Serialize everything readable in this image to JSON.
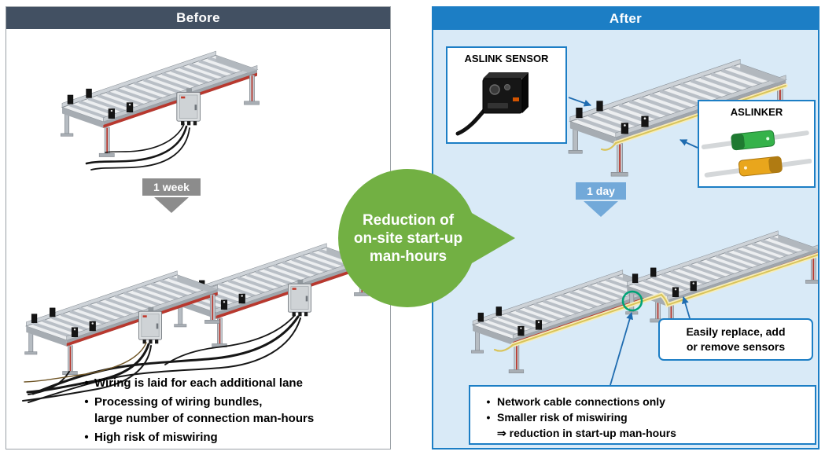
{
  "ui": {
    "bullet": "•"
  },
  "before": {
    "title": "Before",
    "duration": "1 week",
    "bullets": [
      "Wiring is laid for each additional lane",
      "Processing of wiring bundles,\nlarge number of connection man-hours",
      "High risk of miswiring"
    ]
  },
  "center": {
    "text": "Reduction of\non-site start-up\nman-hours"
  },
  "after": {
    "title": "After",
    "duration": "1 day",
    "callout_sensor": "ASLINK SENSOR",
    "callout_linker": "ASLINKER",
    "callout_replace": "Easily replace, add\nor remove sensors",
    "bullets": [
      "Network cable connections only",
      "Smaller risk of miswiring\n⇒ reduction in start-up man-hours"
    ]
  },
  "colors": {
    "before_header": "#425062",
    "after_header": "#1c7ec5",
    "after_panel_bg": "#d9eaf7",
    "green_badge": "#72b043",
    "gray_arrow": "#8c8c8c",
    "blue_arrow": "#72a9d9",
    "callout_border": "#1c7ec5",
    "wire_black": "#161616",
    "cable_yellow": "#d9c45a",
    "highlight_ring": "#00a277",
    "conveyor_red_stripe": "#b8382e"
  }
}
